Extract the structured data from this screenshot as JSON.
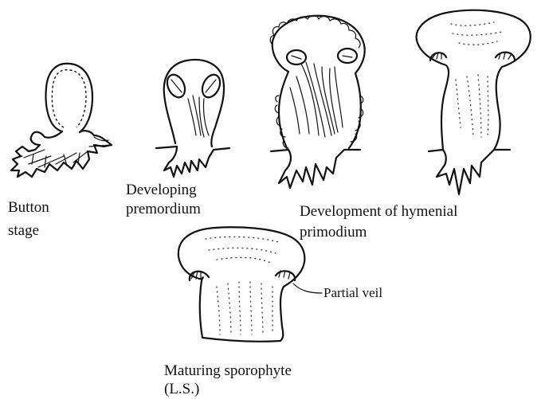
{
  "labels": {
    "button_stage_line1": "Button",
    "button_stage_line2": "stage",
    "developing_line1": "Developing",
    "developing_line2": "premordium",
    "hymenial_line1": "Development of hymenial",
    "hymenial_line2": "primodium",
    "partial_veil": "Partial veil",
    "maturing_line1": "Maturing sporophyte",
    "maturing_line2": "(L.S.)"
  }
}
